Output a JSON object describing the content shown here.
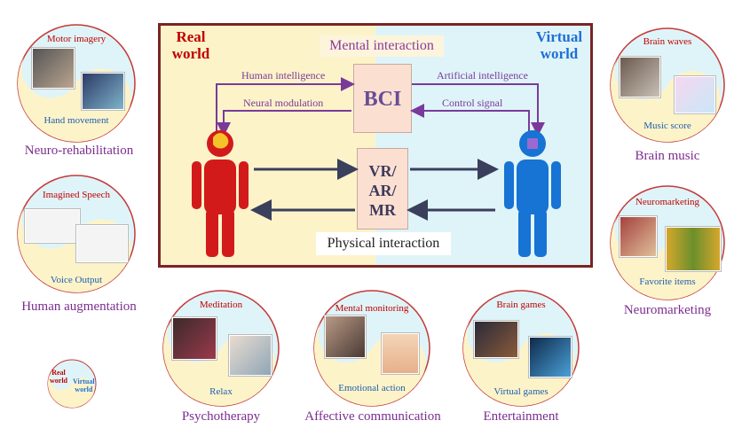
{
  "center": {
    "real_world": "Real\nworld",
    "virtual_world": "Virtual\nworld",
    "mental_interaction": "Mental interaction",
    "physical_interaction": "Physical interaction",
    "bci": "BCI",
    "vr": "VR/",
    "ar": "AR/",
    "mr": "MR",
    "human_intelligence": "Human intelligence",
    "neural_modulation": "Neural modulation",
    "artificial_intelligence": "Artificial intelligence",
    "control_signal": "Control signal"
  },
  "colors": {
    "real": "#c00000",
    "virtual": "#1f6fd6",
    "frame": "#7a2424",
    "caption": "#7b2d8e",
    "arrow_mental": "#7a3a9a",
    "arrow_physical": "#3a3f5c"
  },
  "apps": [
    {
      "top": "Motor imagery",
      "bottom": "Hand movement",
      "caption": "Neuro-rehabilitation"
    },
    {
      "top": "Imagined Speech",
      "bottom": "Voice Output",
      "caption": "Human augmentation"
    },
    {
      "top": "Brain waves",
      "bottom": "Music score",
      "caption": "Brain music"
    },
    {
      "top": "Neuromarketing",
      "bottom": "Favorite items",
      "caption": "Neuromarketing"
    },
    {
      "top": "Meditation",
      "bottom": "Relax",
      "caption": "Psychotherapy"
    },
    {
      "top": "Mental monitoring",
      "bottom": "Emotional action",
      "caption": "Affective communication"
    },
    {
      "top": "Brain games",
      "bottom": "Virtual games",
      "caption": "Entertainment"
    }
  ],
  "legend": {
    "top": "Real\nworld",
    "bottom": "Virtual\nworld"
  }
}
